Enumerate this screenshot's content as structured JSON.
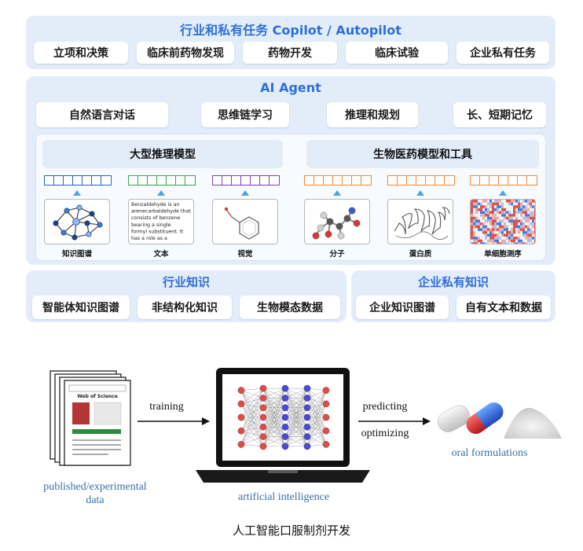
{
  "top": {
    "title": "行业和私有任务 Copilot / Autopilot",
    "chips": [
      "立项和决策",
      "临床前药物发现",
      "药物开发",
      "临床试验",
      "企业私有任务"
    ]
  },
  "agent": {
    "title": "AI Agent",
    "chips": [
      "自然语言对话",
      "思维链学习",
      "推理和规划",
      "长、短期记忆"
    ],
    "left_title": "大型推理模型",
    "right_title": "生物医药模型和工具",
    "text_snippet": "Benzaldehyde is an arenecarbaldehyde that consists of benzene bearing a single formyl substituent. It has a role as a flavouring agent ...",
    "modalities": [
      {
        "label": "知识图谱",
        "color": "#2b63c4"
      },
      {
        "label": "文本",
        "color": "#3aa34a"
      },
      {
        "label": "视觉",
        "color": "#7b3fc4"
      },
      {
        "label": "分子",
        "color": "#ee8a3a"
      },
      {
        "label": "蛋白质",
        "color": "#ee8a3a"
      },
      {
        "label": "单细胞测序",
        "color": "#ee8a3a"
      }
    ]
  },
  "knowledge": {
    "industry_title": "行业知识",
    "industry_chips": [
      "智能体知识图谱",
      "非结构化知识",
      "生物模态数据"
    ],
    "private_title": "企业私有知识",
    "private_chips": [
      "企业知识图谱",
      "自有文本和数据"
    ]
  },
  "lower": {
    "doc_title": "Web of Science",
    "doc_caption": "published/experimental\ndata",
    "arrow1": "training",
    "laptop_caption": "artificial intelligence",
    "arrow2_top": "predicting",
    "arrow2_bottom": "optimizing",
    "pills_caption": "oral formulations",
    "caption_cn": "人工智能口服制剂开发"
  },
  "colors": {
    "accent": "#2f6fd6",
    "panel": "#e3edf9",
    "caption_blue": "#3a6fa8"
  }
}
